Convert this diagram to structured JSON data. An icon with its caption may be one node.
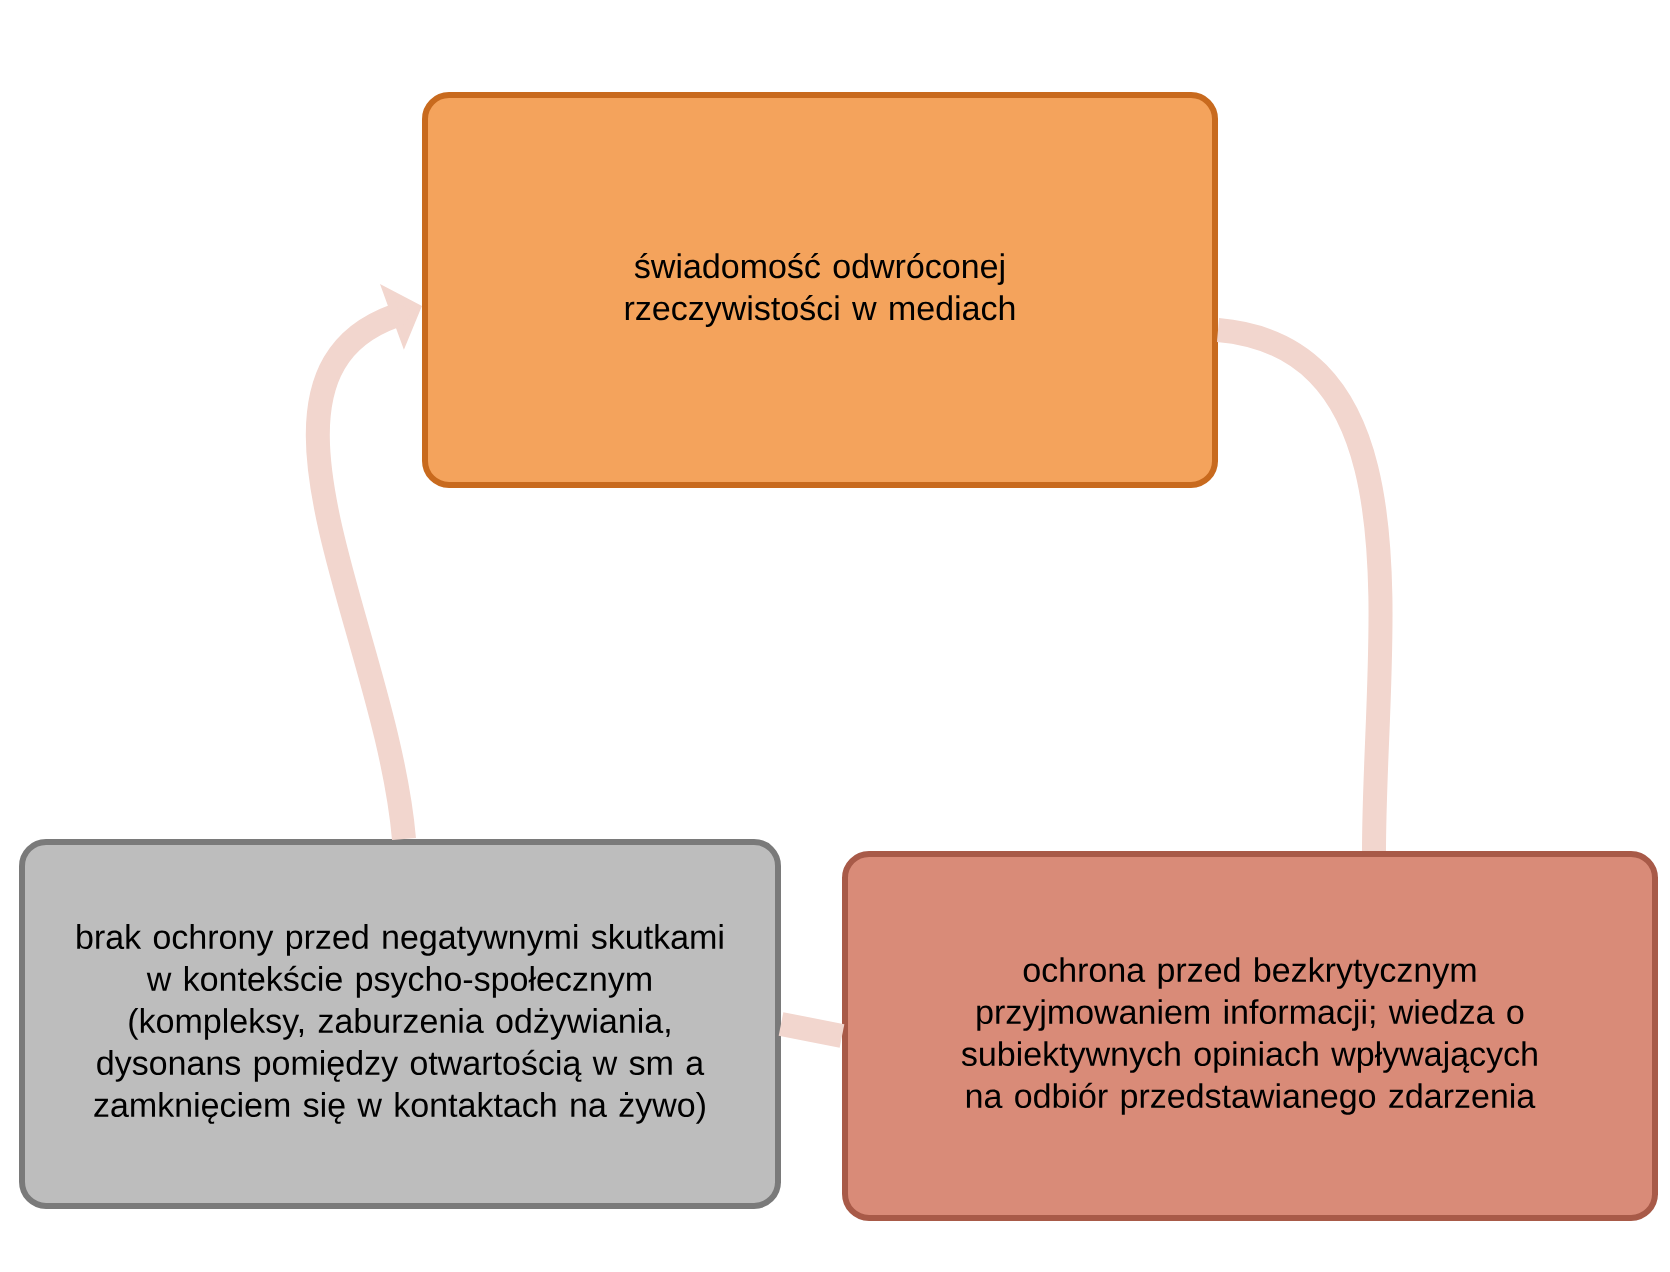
{
  "diagram": {
    "nodes": [
      {
        "text": [
          "świadomość odwróconej rzeczywistości w mediach"
        ]
      },
      {
        "text": [
          "ochrona przed bezkrytycznym przyjmowaniem informacji; wiedza o subiektywnych opiniach wpływających na odbiór przedstawianego zdarzenia"
        ]
      },
      {
        "text": [
          "brak ochrony przed negatywnymi skutkami w kontekście psycho-społecznym (kompleksy, zaburzenia odżywiania, dysonans pomiędzy otwartością w sm a zamknięciem się w kontaktach na żywo)"
        ]
      }
    ],
    "edges": [
      {
        "from": 0,
        "to": 1,
        "arrow": "none"
      },
      {
        "from": 1,
        "to": 2,
        "arrow": "none"
      },
      {
        "from": 2,
        "to": 0,
        "arrow": "to"
      }
    ]
  }
}
